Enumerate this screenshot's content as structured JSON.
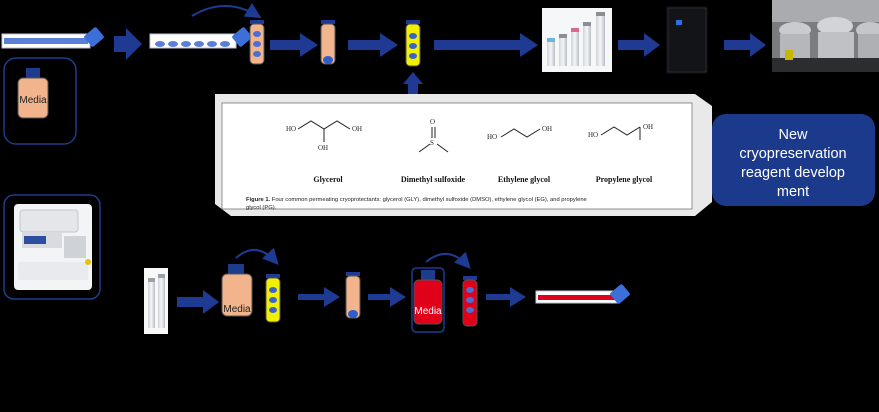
{
  "labels": {
    "media_top": "Media",
    "media_bottom_left": "Media",
    "media_bottom_red": "Media"
  },
  "figure": {
    "compounds": [
      "Glycerol",
      "Dimethyl sulfoxide",
      "Ethylene glycol",
      "Propylene glycol"
    ],
    "caption_bold": "Figure 1.",
    "caption_line1": " Four common permeating cryoprotectants: glycerol (GLY), dimethyl sulfoxide (DMSO), ethylene glycol (EG), and propylene",
    "caption_line2": "glycol (PG).",
    "atoms": {
      "ho": "HO",
      "oh": "OH",
      "o": "O",
      "s": "S"
    }
  },
  "new_reagent_box": {
    "lines": [
      "New",
      "cryopreservation",
      "reagent develop",
      "ment"
    ]
  },
  "colors": {
    "arrow": "#1f3a93",
    "tube_fill": "#f2b48c",
    "yellow": "#f2f000",
    "red": "#e0001a",
    "blue_box": "#1b3a8c",
    "rounded_panel_border": "#1e3c8c"
  },
  "icons": [
    "flask-icon",
    "tube-icon",
    "cell-icon",
    "analyzer-icon",
    "freezer-icon",
    "cryo-tank-icon",
    "vial-rack-icon"
  ]
}
